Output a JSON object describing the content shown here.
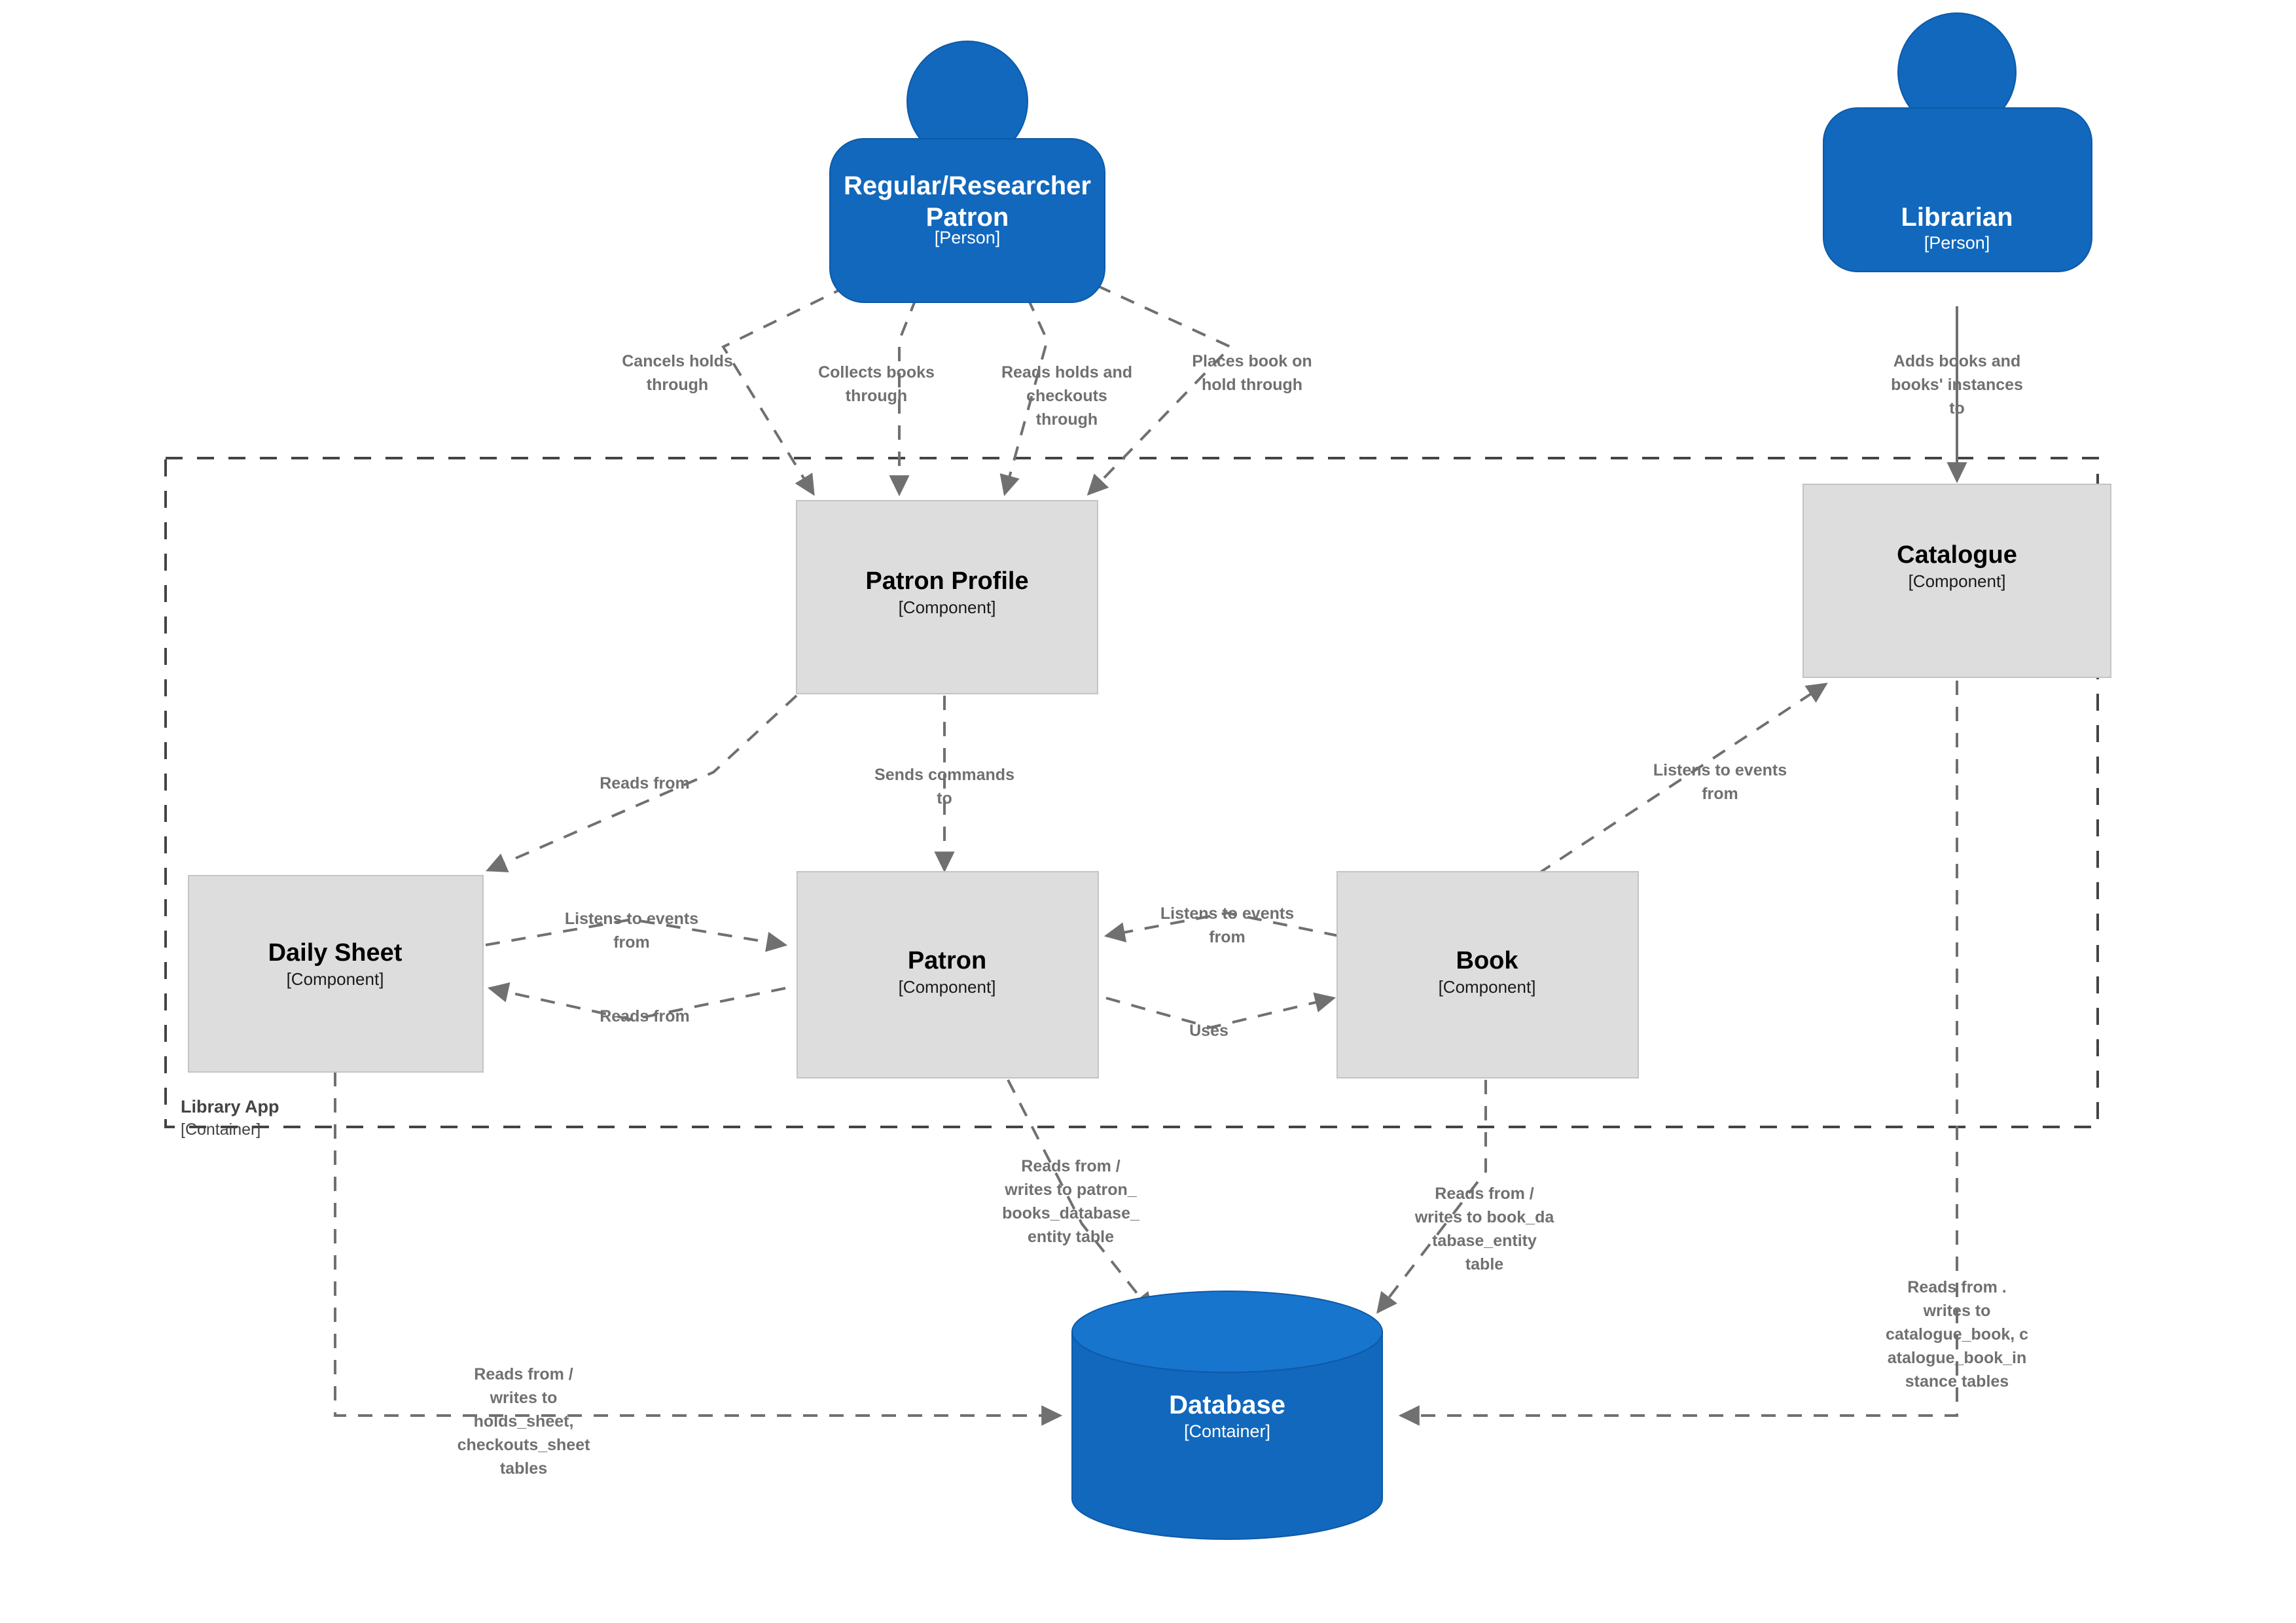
{
  "diagram": {
    "title": "Library App Component Diagram",
    "colors": {
      "person": "#1168bd",
      "component": "#dddddd",
      "component_border": "#c4c4c4",
      "database": "#1168bd",
      "relationship": "#707070",
      "boundary": "#444444",
      "background": "#ffffff"
    }
  },
  "persons": [
    {
      "id": "regular-researcher-patron",
      "name": "Regular/Researcher\nPatron",
      "name_line1": "Regular/Researcher",
      "name_line2": "Patron",
      "type": "[Person]"
    },
    {
      "id": "librarian",
      "name": "Librarian",
      "type": "[Person]"
    }
  ],
  "boundary": {
    "name": "Library App",
    "type": "[Container]"
  },
  "components": [
    {
      "id": "patron-profile",
      "name": "Patron Profile",
      "type": "[Component]"
    },
    {
      "id": "catalogue",
      "name": "Catalogue",
      "type": "[Component]"
    },
    {
      "id": "daily-sheet",
      "name": "Daily Sheet",
      "type": "[Component]"
    },
    {
      "id": "patron",
      "name": "Patron",
      "type": "[Component]"
    },
    {
      "id": "book",
      "name": "Book",
      "type": "[Component]"
    }
  ],
  "containers": [
    {
      "id": "database",
      "name": "Database",
      "type": "[Container]"
    }
  ],
  "relationships": [
    {
      "id": "rel-cancels-holds",
      "from": "regular-researcher-patron",
      "to": "patron-profile",
      "label_lines": [
        "Cancels holds",
        "through"
      ]
    },
    {
      "id": "rel-collects-books",
      "from": "regular-researcher-patron",
      "to": "patron-profile",
      "label_lines": [
        "Collects books",
        "through"
      ]
    },
    {
      "id": "rel-reads-holds-checkouts",
      "from": "regular-researcher-patron",
      "to": "patron-profile",
      "label_lines": [
        "Reads holds and",
        "checkouts",
        "through"
      ]
    },
    {
      "id": "rel-places-book-on-hold",
      "from": "regular-researcher-patron",
      "to": "patron-profile",
      "label_lines": [
        "Places book on",
        "hold through"
      ]
    },
    {
      "id": "rel-adds-books",
      "from": "librarian",
      "to": "catalogue",
      "label_lines": [
        "Adds books and",
        "books' instances",
        "to"
      ]
    },
    {
      "id": "rel-profile-reads-daily-sheet",
      "from": "patron-profile",
      "to": "daily-sheet",
      "label_lines": [
        "Reads from"
      ]
    },
    {
      "id": "rel-profile-sends-commands",
      "from": "patron-profile",
      "to": "patron",
      "label_lines": [
        "Sends commands",
        "to"
      ]
    },
    {
      "id": "rel-daily-sheet-listens-patron",
      "from": "daily-sheet",
      "to": "patron",
      "label_lines": [
        "Listens to events",
        "from"
      ]
    },
    {
      "id": "rel-patron-reads-daily-sheet",
      "from": "patron",
      "to": "daily-sheet",
      "label_lines": [
        "Reads from"
      ]
    },
    {
      "id": "rel-book-listens-patron",
      "from": "book",
      "to": "patron",
      "label_lines": [
        "Listens to events",
        "from"
      ]
    },
    {
      "id": "rel-patron-uses-book",
      "from": "patron",
      "to": "book",
      "label_lines": [
        "Uses"
      ]
    },
    {
      "id": "rel-catalogue-listens-book",
      "from": "catalogue",
      "to": "book",
      "label_lines": [
        "Listens to events",
        "from"
      ]
    },
    {
      "id": "rel-patron-db",
      "from": "patron",
      "to": "database",
      "label_lines": [
        "Reads from /",
        "writes to patron_",
        "books_database_",
        "entity table"
      ]
    },
    {
      "id": "rel-book-db",
      "from": "book",
      "to": "database",
      "label_lines": [
        "Reads from /",
        "writes to book_da",
        "tabase_entity",
        "table"
      ]
    },
    {
      "id": "rel-catalogue-db",
      "from": "catalogue",
      "to": "database",
      "label_lines": [
        "Reads from .",
        "writes to",
        "catalogue_book, c",
        "atalogue_book_in",
        "stance tables"
      ]
    },
    {
      "id": "rel-daily-sheet-db",
      "from": "daily-sheet",
      "to": "database",
      "label_lines": [
        "Reads from /",
        "writes to",
        "holds_sheet,",
        "checkouts_sheet",
        "tables"
      ]
    }
  ]
}
